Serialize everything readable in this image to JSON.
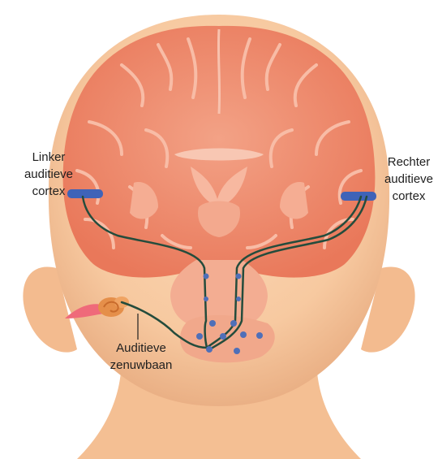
{
  "labels": {
    "left_cortex": {
      "line1": "Linker",
      "line2": "auditieve",
      "line3": "cortex"
    },
    "right_cortex": {
      "line1": "Rechter",
      "line2": "auditieve",
      "line3": "cortex"
    },
    "nerve": {
      "line1": "Auditieve",
      "line2": "zenuwbaan"
    }
  },
  "colors": {
    "background": "#ffffff",
    "skin": "#f7c9a0",
    "skin_shadow": "#eab085",
    "brain": "#ee8a6c",
    "brain_fold": "#f6b29a",
    "auditory_cortex": "#3f63b8",
    "pathway": "#244c3c",
    "nuclei": "#4f6fb8",
    "cochlea": "#e58f4a",
    "nerve_tip": "#ef6a7a",
    "label_text": "#1f1f1f"
  }
}
